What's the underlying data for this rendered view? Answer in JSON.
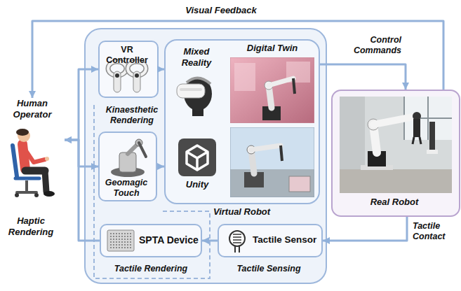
{
  "diagram": {
    "nodes": [
      {
        "text": [
          "Human Operator"
        ]
      },
      {
        "text": [
          "Virtual Robot"
        ]
      },
      {
        "text": [
          "VR Controller"
        ],
        "in": 1
      },
      {
        "text": [
          "Mixed Reality",
          "Digital Twin",
          "Unity"
        ],
        "in": 1
      },
      {
        "text": [
          "Geomagic Touch"
        ],
        "in": 1
      },
      {
        "text": [
          "SPTA Device"
        ],
        "in": 1
      },
      {
        "text": [
          "Tactile Sensor"
        ],
        "in": 1
      },
      {
        "text": [
          "Real Robot"
        ]
      }
    ],
    "edges": [
      {
        "from": 0,
        "to": 2,
        "arrow": "to"
      },
      {
        "from": 0,
        "to": 4,
        "arrow": "both"
      },
      {
        "from": 5,
        "to": 0,
        "arrow": "to"
      },
      {
        "from": 2,
        "to": 3,
        "arrow": "to"
      },
      {
        "from": 4,
        "to": 3,
        "arrow": "to"
      },
      {
        "from": 3,
        "to": 7,
        "label": "Control Commands",
        "arrow": "to"
      },
      {
        "from": 7,
        "to": 6,
        "label": "Tactile Contact",
        "arrow": "to"
      },
      {
        "from": 6,
        "to": 5,
        "arrow": "to"
      },
      {
        "from": 7,
        "to": 0,
        "label": "Visual Feedback",
        "arrow": "to"
      }
    ],
    "labels": [
      "Kinaesthetic Rendering",
      "Tactile Rendering",
      "Tactile Sensing",
      "Haptic Rendering"
    ]
  }
}
